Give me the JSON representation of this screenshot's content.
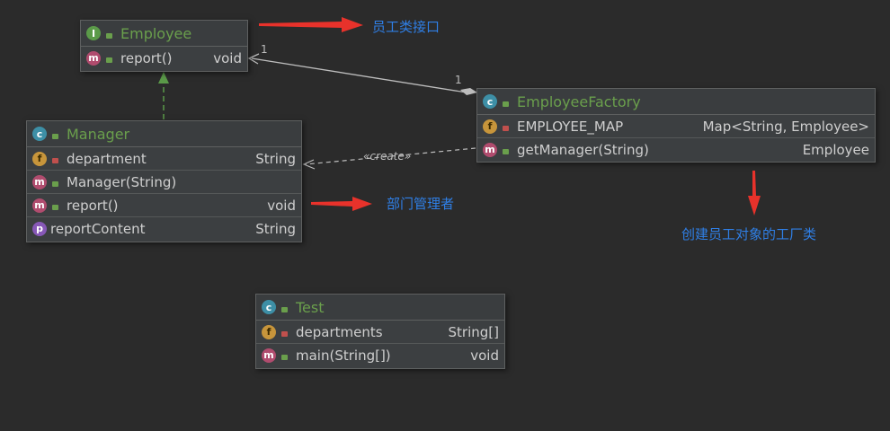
{
  "diagram": {
    "employee": {
      "name": "Employee",
      "kind_icon": "interface-icon",
      "methods": [
        {
          "name": "report()",
          "type": "void"
        }
      ]
    },
    "manager": {
      "name": "Manager",
      "kind_icon": "class-icon",
      "members": [
        {
          "kind": "f",
          "name": "department",
          "type": "String"
        },
        {
          "kind": "m",
          "name": "Manager(String)",
          "type": ""
        },
        {
          "kind": "m",
          "name": "report()",
          "type": "void"
        },
        {
          "kind": "p",
          "name": "reportContent",
          "type": "String"
        }
      ]
    },
    "factory": {
      "name": "EmployeeFactory",
      "kind_icon": "class-icon",
      "members": [
        {
          "kind": "f",
          "name": "EMPLOYEE_MAP",
          "type": "Map<String, Employee>"
        },
        {
          "kind": "m",
          "name": "getManager(String)",
          "type": "Employee"
        }
      ]
    },
    "test": {
      "name": "Test",
      "kind_icon": "class-icon",
      "members": [
        {
          "kind": "f",
          "name": "departments",
          "type": "String[]"
        },
        {
          "kind": "m",
          "name": "main(String[])",
          "type": "void"
        }
      ]
    },
    "association": {
      "mult_employee": "1",
      "mult_factory": "1"
    },
    "dependency_label": "«create»"
  },
  "annotations": {
    "employee_note": "员工类接口",
    "manager_note": "部门管理者",
    "factory_note": "创建员工对象的工厂类"
  },
  "colors": {
    "background": "#2b2b2b",
    "class_name": "#6a9f4c",
    "annotation": "#2f7fe6",
    "arrow": "#e8322b"
  }
}
